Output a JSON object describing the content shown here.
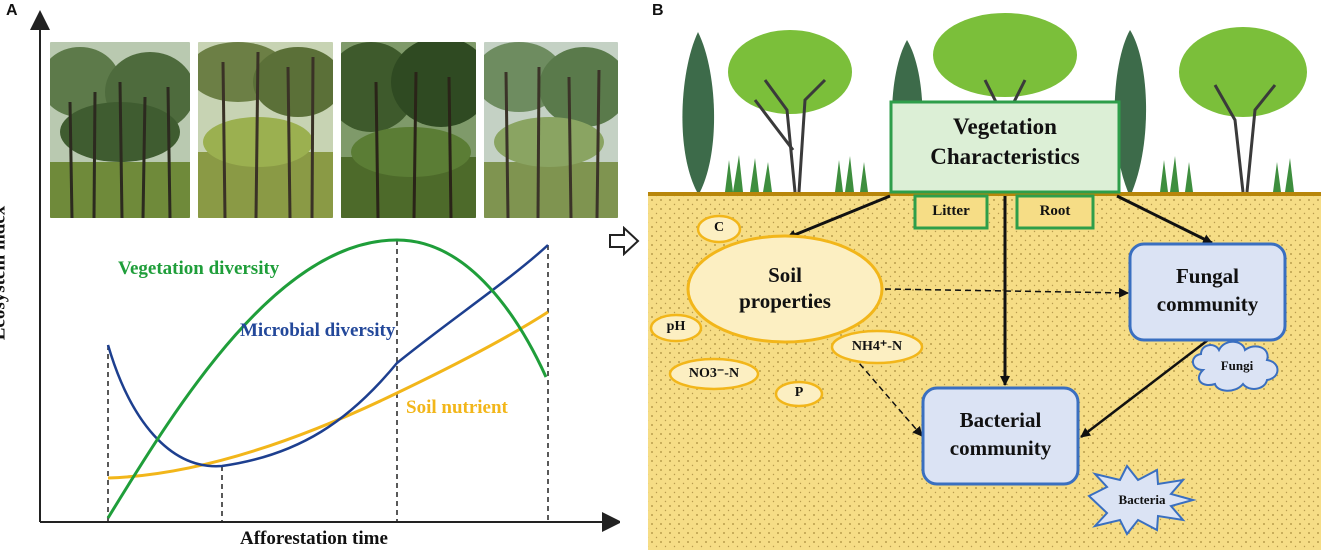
{
  "panel_a": {
    "letter": "A",
    "y_axis_title": "Ecosystem index",
    "x_axis_title": "Afforestation time",
    "curves": {
      "vegetation": "Vegetation diversity",
      "microbial": "Microbial diversity",
      "soil": "Soil nutrient"
    },
    "colors": {
      "vegetation": "#1f9e3a",
      "microbial": "#23489a",
      "soil": "#f2b61a"
    }
  },
  "panel_b": {
    "letter": "B",
    "vegetation_box": {
      "line1": "Vegetation",
      "line2": "Characteristics"
    },
    "litter": "Litter",
    "root": "Root",
    "soil_properties": {
      "line1": "Soil",
      "line2": "properties"
    },
    "soil_tags": {
      "c": "C",
      "ph": "pH",
      "nh4": "NH4⁺-N",
      "no3": "NO3⁻-N",
      "p": "P"
    },
    "fungal": {
      "line1": "Fungal",
      "line2": "community"
    },
    "bacterial": {
      "line1": "Bacterial",
      "line2": "community"
    },
    "fungi_cloud": "Fungi",
    "bacteria_star": "Bacteria",
    "colors": {
      "soil_bg": "#f6dd86",
      "box_green": "#2e9e4a",
      "box_fill": "#dcefd6",
      "community_border": "#3a6fc0",
      "community_fill": "#dbe3f4",
      "tag_border": "#f2b61a"
    }
  },
  "arrow_icon": "right-arrow-icon"
}
